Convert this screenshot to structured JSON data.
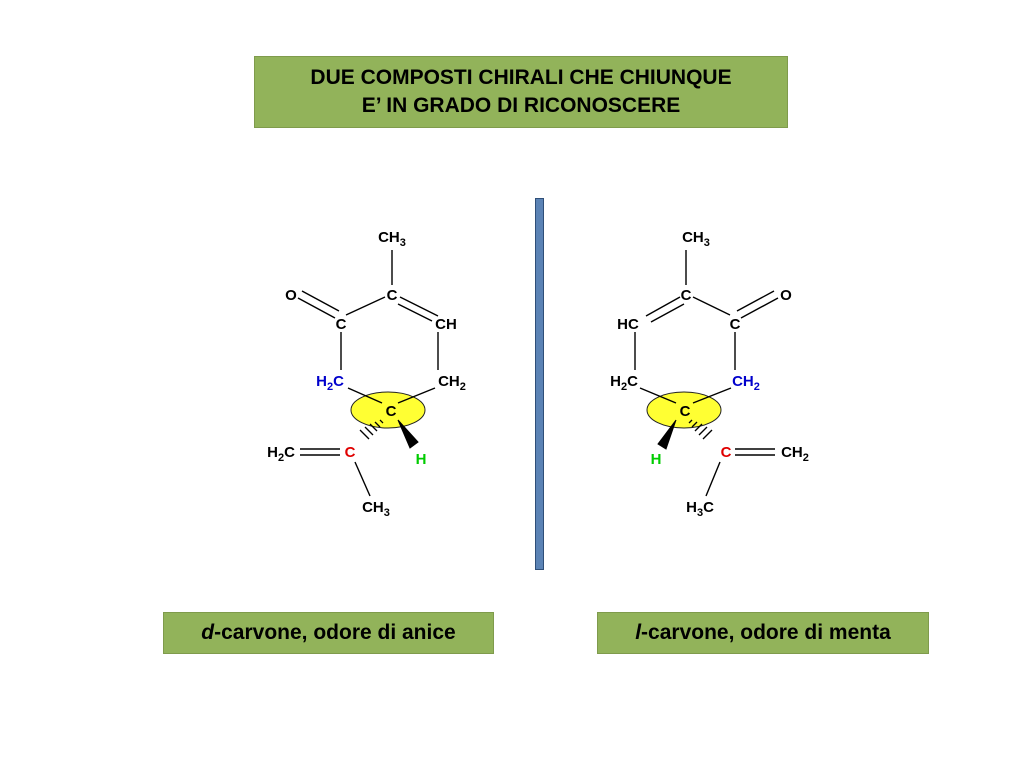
{
  "title": {
    "line1": "DUE COMPOSTI CHIRALI CHE CHIUNQUE",
    "line2": "E’ IN GRADO DI RICONOSCERE"
  },
  "left_molecule": {
    "caption_prefix": "d",
    "caption_rest": "-carvone, odore di anice",
    "atoms": {
      "methyl_top": [
        "CH",
        "3"
      ],
      "oxygen": "O",
      "ring_c_top": "C",
      "carbonyl_c": "C",
      "ring_ch": "CH",
      "ring_h2c": [
        "H",
        "2",
        "C"
      ],
      "ring_ch2": [
        "CH",
        "2"
      ],
      "stereo_c": "C",
      "vinyl_c": "C",
      "vinyl_h2c": [
        "H",
        "2",
        "C"
      ],
      "hydrogen": "H",
      "methyl_bottom": [
        "CH",
        "3"
      ]
    }
  },
  "right_molecule": {
    "caption_prefix": "l",
    "caption_rest": "-carvone, odore di menta",
    "atoms": {
      "methyl_top": [
        "CH",
        "3"
      ],
      "oxygen": "O",
      "ring_c_top": "C",
      "carbonyl_c": "C",
      "ring_hc": "HC",
      "ring_h2c": [
        "H",
        "2",
        "C"
      ],
      "ring_ch2": [
        "CH",
        "2"
      ],
      "stereo_c": "C",
      "vinyl_c": "C",
      "vinyl_ch2": [
        "CH",
        "2"
      ],
      "hydrogen": "H",
      "methyl_bottom": [
        "H",
        "3",
        "C"
      ]
    }
  },
  "colors": {
    "box_green": "#92b35a",
    "mirror_blue": "#5b83b5",
    "highlight_yellow": "#ffff33",
    "red_atom": "#e00000",
    "blue_atom": "#0000cc",
    "green_atom": "#00cc00"
  }
}
